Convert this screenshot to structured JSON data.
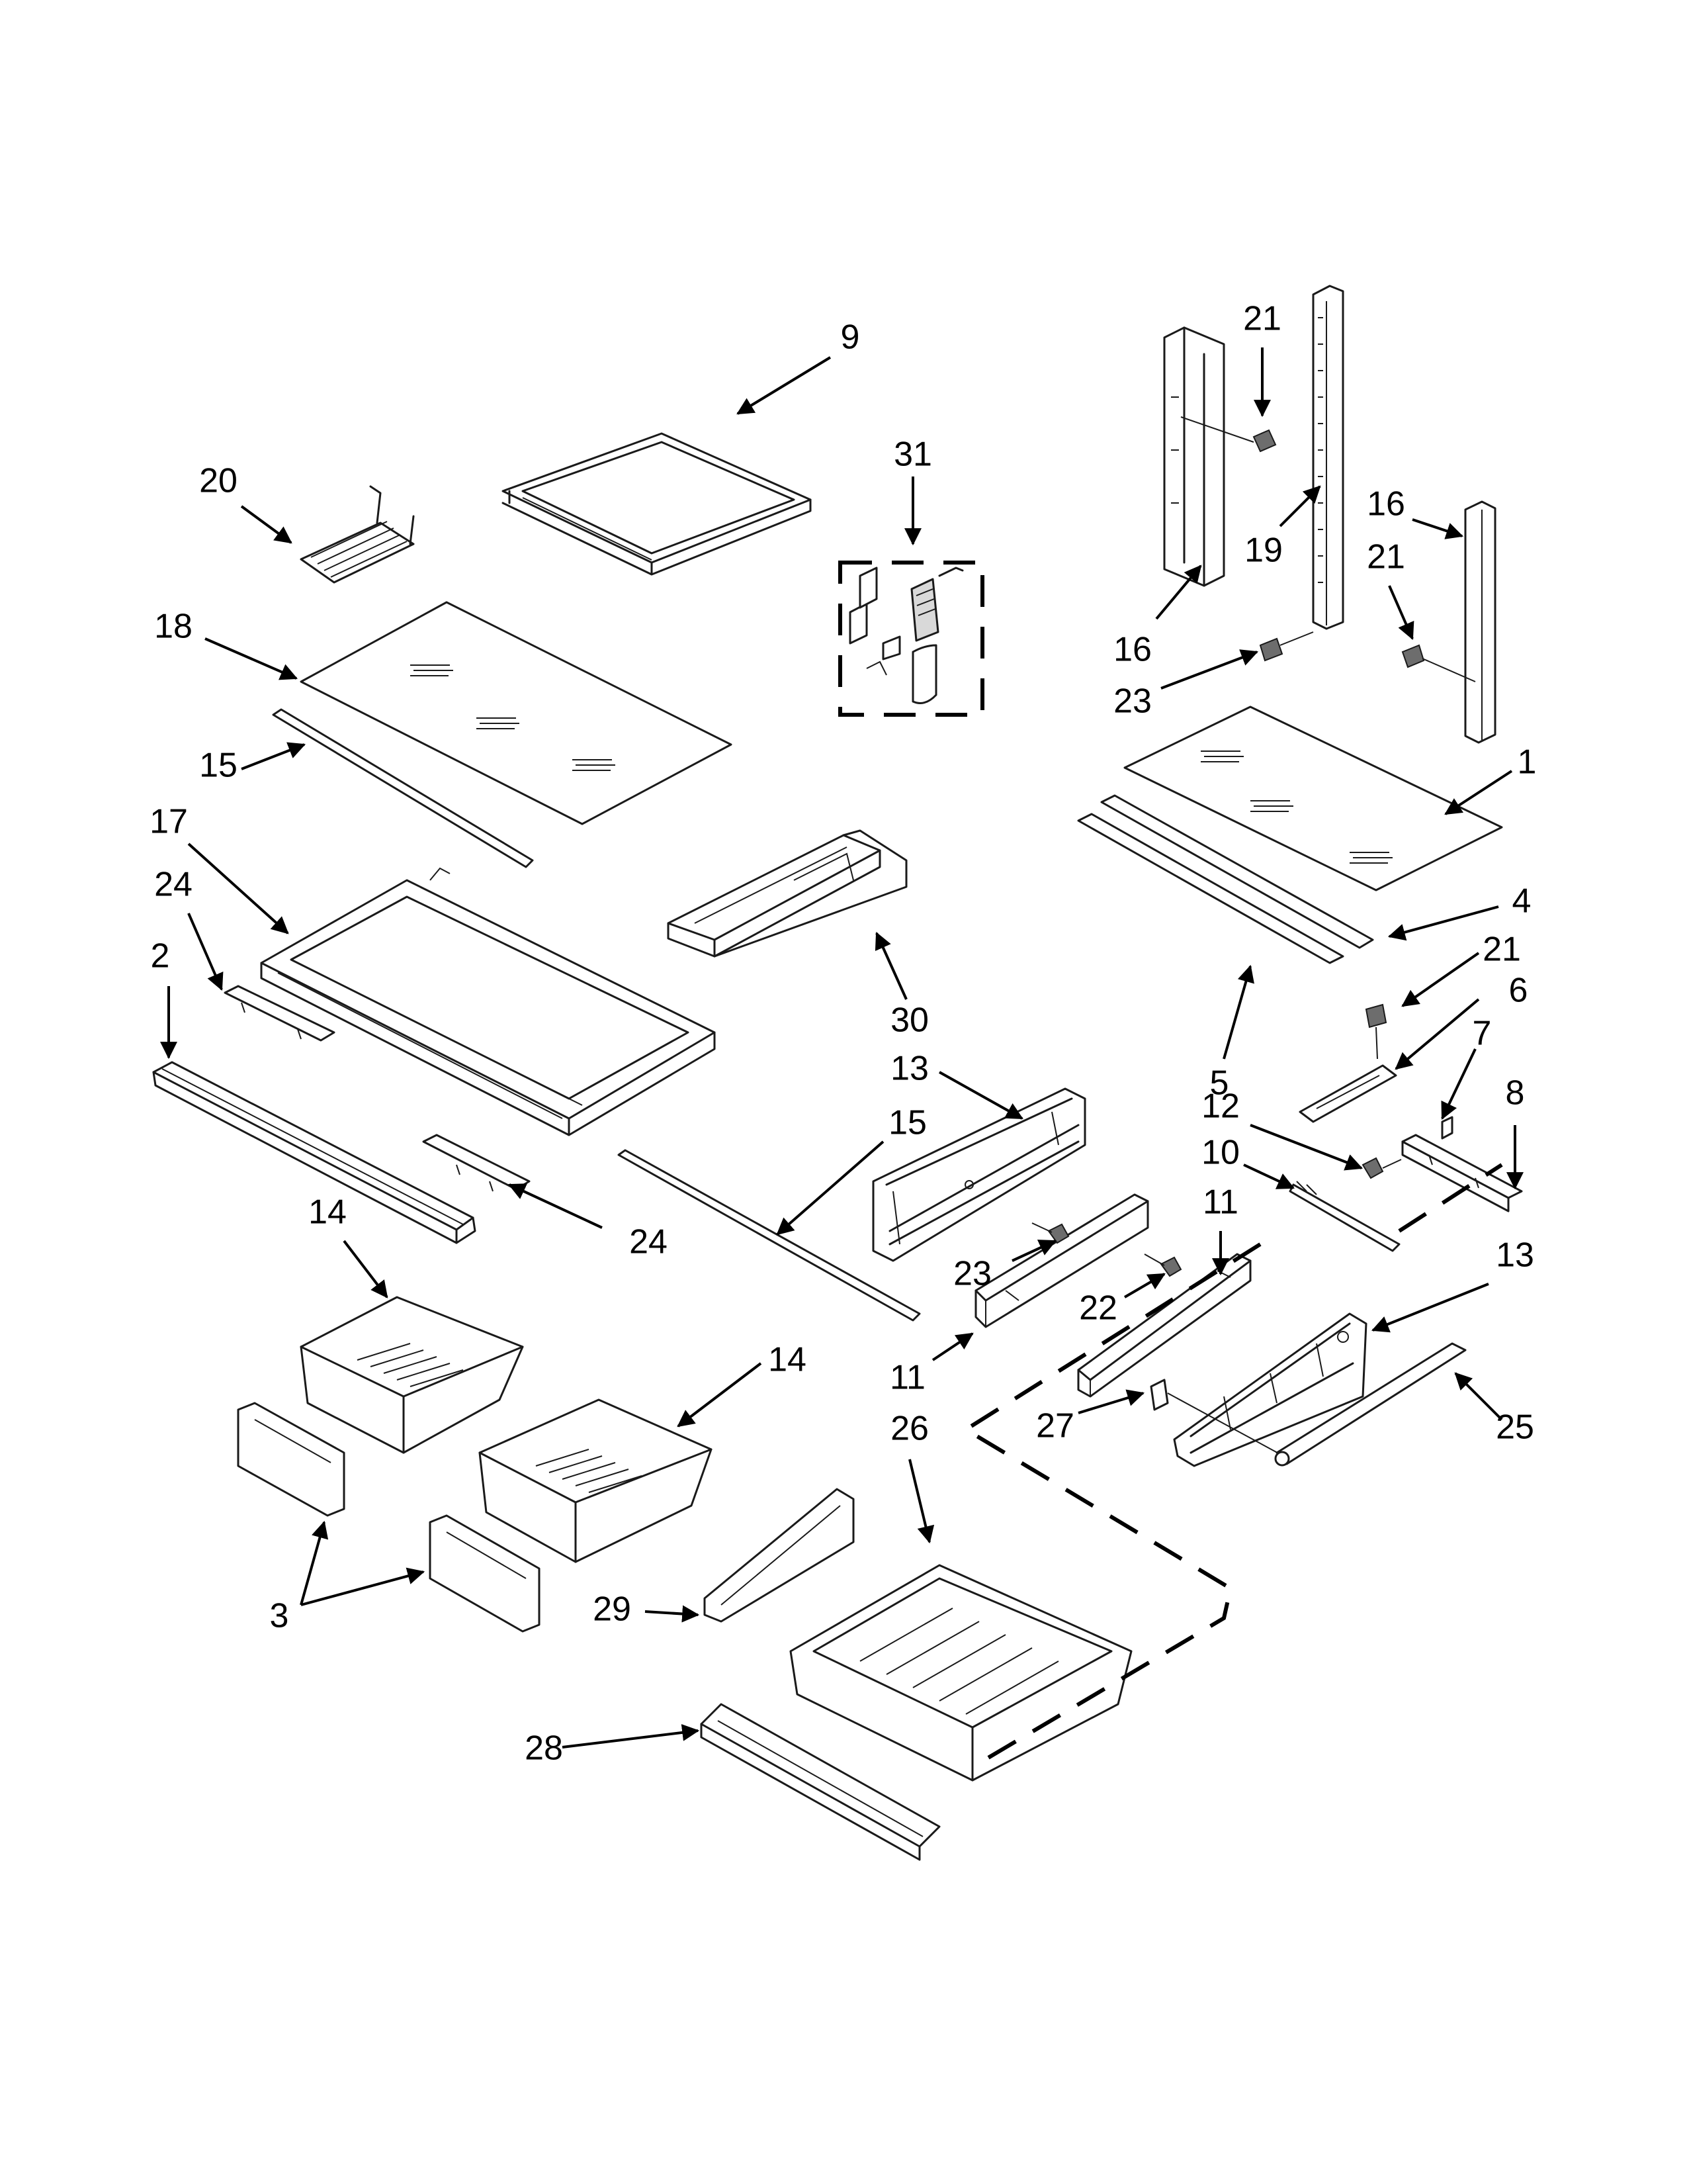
{
  "diagram": {
    "callouts": [
      {
        "id": "c9",
        "label": "9"
      },
      {
        "id": "c31",
        "label": "31"
      },
      {
        "id": "c20",
        "label": "20"
      },
      {
        "id": "c18",
        "label": "18"
      },
      {
        "id": "c15a",
        "label": "15"
      },
      {
        "id": "c17",
        "label": "17"
      },
      {
        "id": "c24a",
        "label": "24"
      },
      {
        "id": "c2",
        "label": "2"
      },
      {
        "id": "c30",
        "label": "30"
      },
      {
        "id": "c21a",
        "label": "21"
      },
      {
        "id": "c19",
        "label": "19"
      },
      {
        "id": "c16a",
        "label": "16"
      },
      {
        "id": "c16b",
        "label": "16"
      },
      {
        "id": "c21b",
        "label": "21"
      },
      {
        "id": "c23a",
        "label": "23"
      },
      {
        "id": "c1",
        "label": "1"
      },
      {
        "id": "c4",
        "label": "4"
      },
      {
        "id": "c21c",
        "label": "21"
      },
      {
        "id": "c6",
        "label": "6"
      },
      {
        "id": "c5",
        "label": "5"
      },
      {
        "id": "c7",
        "label": "7"
      },
      {
        "id": "c8",
        "label": "8"
      },
      {
        "id": "c12",
        "label": "12"
      },
      {
        "id": "c10",
        "label": "10"
      },
      {
        "id": "c11a",
        "label": "11"
      },
      {
        "id": "c13a",
        "label": "13"
      },
      {
        "id": "c15b",
        "label": "15"
      },
      {
        "id": "c24b",
        "label": "24"
      },
      {
        "id": "c23b",
        "label": "23"
      },
      {
        "id": "c22",
        "label": "22"
      },
      {
        "id": "c11b",
        "label": "11"
      },
      {
        "id": "c13b",
        "label": "13"
      },
      {
        "id": "c14a",
        "label": "14"
      },
      {
        "id": "c14b",
        "label": "14"
      },
      {
        "id": "c26",
        "label": "26"
      },
      {
        "id": "c27",
        "label": "27"
      },
      {
        "id": "c25",
        "label": "25"
      },
      {
        "id": "c3",
        "label": "3"
      },
      {
        "id": "c29",
        "label": "29"
      },
      {
        "id": "c28",
        "label": "28"
      }
    ]
  }
}
